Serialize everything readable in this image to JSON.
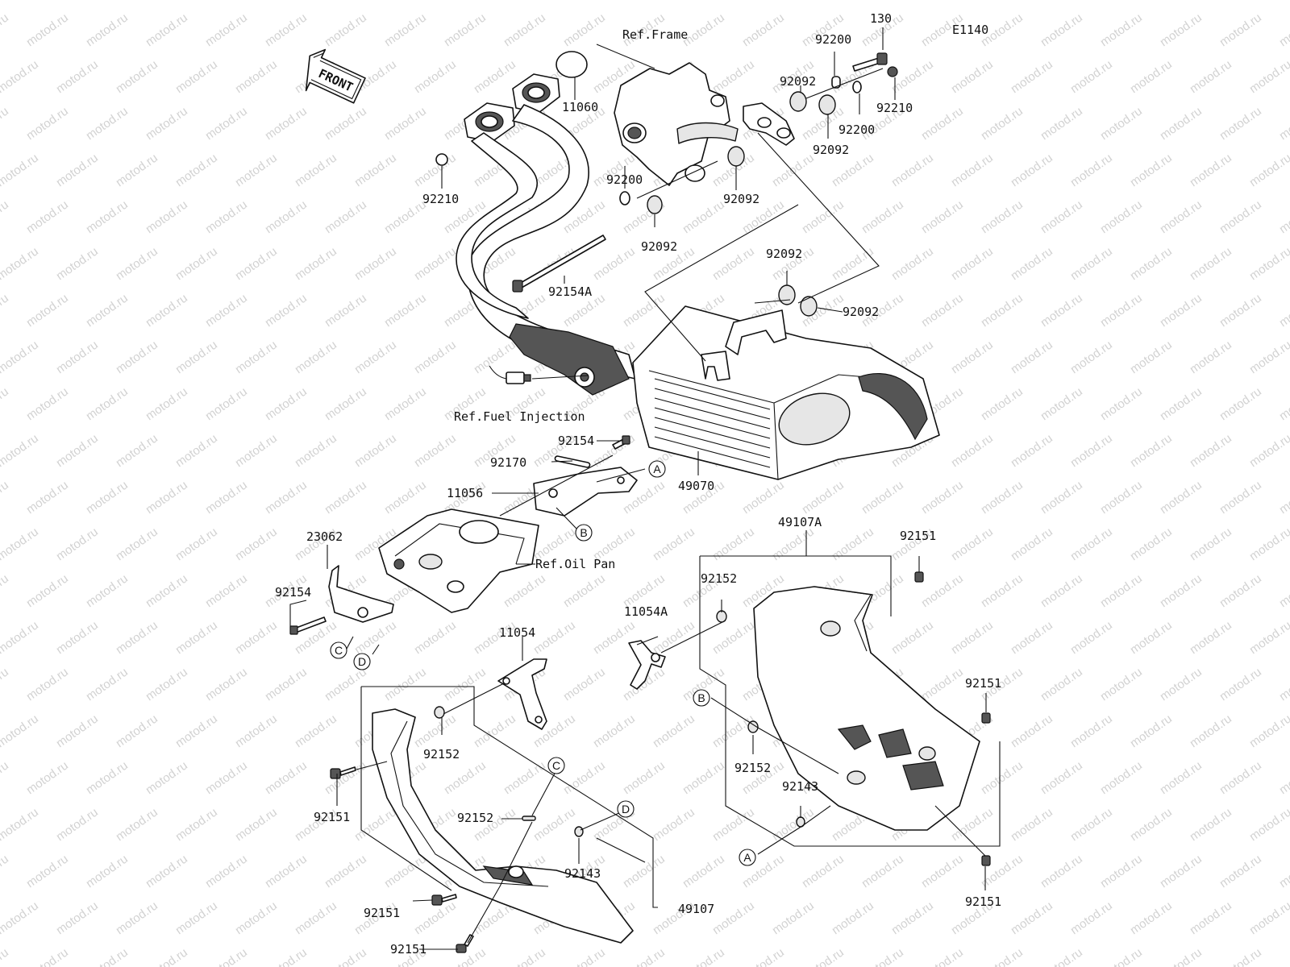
{
  "diagram_code": "E1140",
  "front_label": "FRONT",
  "watermark": "motod.ru",
  "ref_labels": {
    "frame": "Ref.Frame",
    "fuel_injection": "Ref.Fuel Injection",
    "oil_pan": "Ref.Oil Pan"
  },
  "part_labels": [
    "130",
    "92200",
    "92092",
    "92210",
    "92200",
    "92092",
    "11060",
    "92210",
    "92200",
    "92092",
    "92092",
    "92154A",
    "92092",
    "92092",
    "92154",
    "92170",
    "11056",
    "49070",
    "23062",
    "92154",
    "49107A",
    "92151",
    "92152",
    "11054A",
    "11054",
    "92152",
    "92151",
    "92151",
    "92152",
    "92143",
    "92143",
    "49107",
    "92151",
    "92151",
    "92151",
    "92152"
  ],
  "callouts": [
    "A",
    "B",
    "C",
    "D",
    "A",
    "B",
    "C",
    "D"
  ]
}
